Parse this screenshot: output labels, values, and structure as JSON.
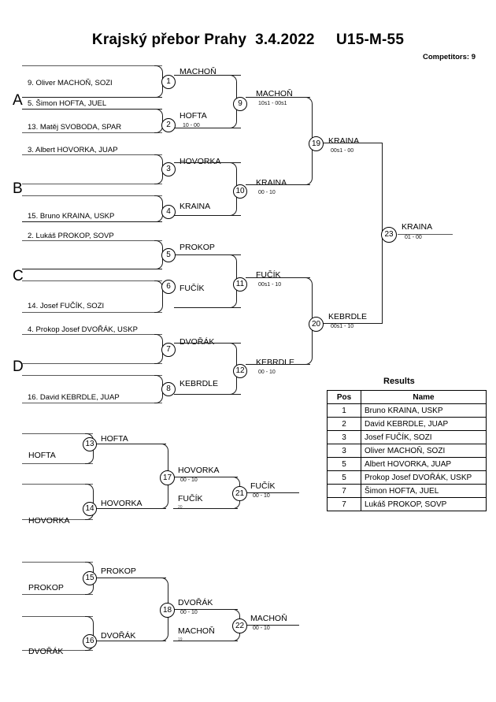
{
  "header": {
    "title": "Krajský přebor Prahy  3.4.2022     U15-M-55",
    "competitors": "Competitors: 9"
  },
  "groups": [
    {
      "letter": "A"
    },
    {
      "letter": "B"
    },
    {
      "letter": "C"
    },
    {
      "letter": "D"
    }
  ],
  "entrants": [
    {
      "label": "9. Oliver MACHOŇ, SOZI"
    },
    {
      "label": "5. Šimon HOFTA, JUEL"
    },
    {
      "label": "13. Matěj SVOBODA, SPAR"
    },
    {
      "label": "3. Albert HOVORKA, JUAP"
    },
    {
      "label": "15. Bruno KRAINA, USKP"
    },
    {
      "label": "2. Lukáš PROKOP, SOVP"
    },
    {
      "label": "14. Josef FUČÍK, SOZI"
    },
    {
      "label": "4. Prokop Josef DVOŘÁK, USKP"
    },
    {
      "label": "16. David KEBRDLE, JUAP"
    }
  ],
  "matches": {
    "m1": {
      "no": "1",
      "winner": "MACHOŇ",
      "score": ""
    },
    "m2": {
      "no": "2",
      "winner": "HOFTA",
      "score": "10 - 00"
    },
    "m3": {
      "no": "3",
      "winner": "HOVORKA",
      "score": ""
    },
    "m4": {
      "no": "4",
      "winner": "KRAINA",
      "score": ""
    },
    "m5": {
      "no": "5",
      "winner": "PROKOP",
      "score": ""
    },
    "m6": {
      "no": "6",
      "winner": "FUČÍK",
      "score": ""
    },
    "m7": {
      "no": "7",
      "winner": "DVOŘÁK",
      "score": ""
    },
    "m8": {
      "no": "8",
      "winner": "KEBRDLE",
      "score": ""
    },
    "m9": {
      "no": "9",
      "winner": "MACHOŇ",
      "score": "10s1 - 00s1"
    },
    "m10": {
      "no": "10",
      "winner": "KRAINA",
      "score": "00 - 10"
    },
    "m11": {
      "no": "11",
      "winner": "FUČÍK",
      "score": "00s1 - 10"
    },
    "m12": {
      "no": "12",
      "winner": "KEBRDLE",
      "score": "00 - 10"
    },
    "m13": {
      "no": "13",
      "winner": "HOFTA",
      "score": "",
      "feeder": "HOFTA"
    },
    "m14": {
      "no": "14",
      "winner": "HOVORKA",
      "score": "",
      "feeder": "HOVORKA"
    },
    "m15": {
      "no": "15",
      "winner": "PROKOP",
      "score": "",
      "feeder": "PROKOP"
    },
    "m16": {
      "no": "16",
      "winner": "DVOŘÁK",
      "score": "",
      "feeder": "DVOŘÁK"
    },
    "m17": {
      "no": "17",
      "winner": "HOVORKA",
      "score": "00 - 10"
    },
    "m18": {
      "no": "18",
      "winner": "DVOŘÁK",
      "score": "00 - 10"
    },
    "m19": {
      "no": "19",
      "winner": "KRAINA",
      "score": "00s1 - 00"
    },
    "m20": {
      "no": "20",
      "winner": "KEBRDLE",
      "score": "00s1 - 10"
    },
    "m21": {
      "no": "21",
      "winner": "FUČÍK",
      "score": "00 - 10",
      "opponent": "FUČÍK",
      "opponent_ref": "20"
    },
    "m22": {
      "no": "22",
      "winner": "MACHOŇ",
      "score": "00 - 10",
      "opponent": "MACHOŇ",
      "opponent_ref": "19"
    },
    "m23": {
      "no": "23",
      "winner": "KRAINA",
      "score": "01 - 00"
    }
  },
  "results": {
    "title": "Results",
    "columns": [
      "Pos",
      "Name"
    ],
    "rows": [
      {
        "pos": "1",
        "name": "Bruno KRAINA, USKP"
      },
      {
        "pos": "2",
        "name": "David KEBRDLE, JUAP"
      },
      {
        "pos": "3",
        "name": "Josef FUČÍK, SOZI"
      },
      {
        "pos": "3",
        "name": "Oliver MACHOŇ, SOZI"
      },
      {
        "pos": "5",
        "name": "Albert HOVORKA, JUAP"
      },
      {
        "pos": "5",
        "name": "Prokop Josef DVOŘÁK, USKP"
      },
      {
        "pos": "7",
        "name": "Šimon HOFTA, JUEL"
      },
      {
        "pos": "7",
        "name": "Lukáš PROKOP, SOVP"
      }
    ]
  }
}
